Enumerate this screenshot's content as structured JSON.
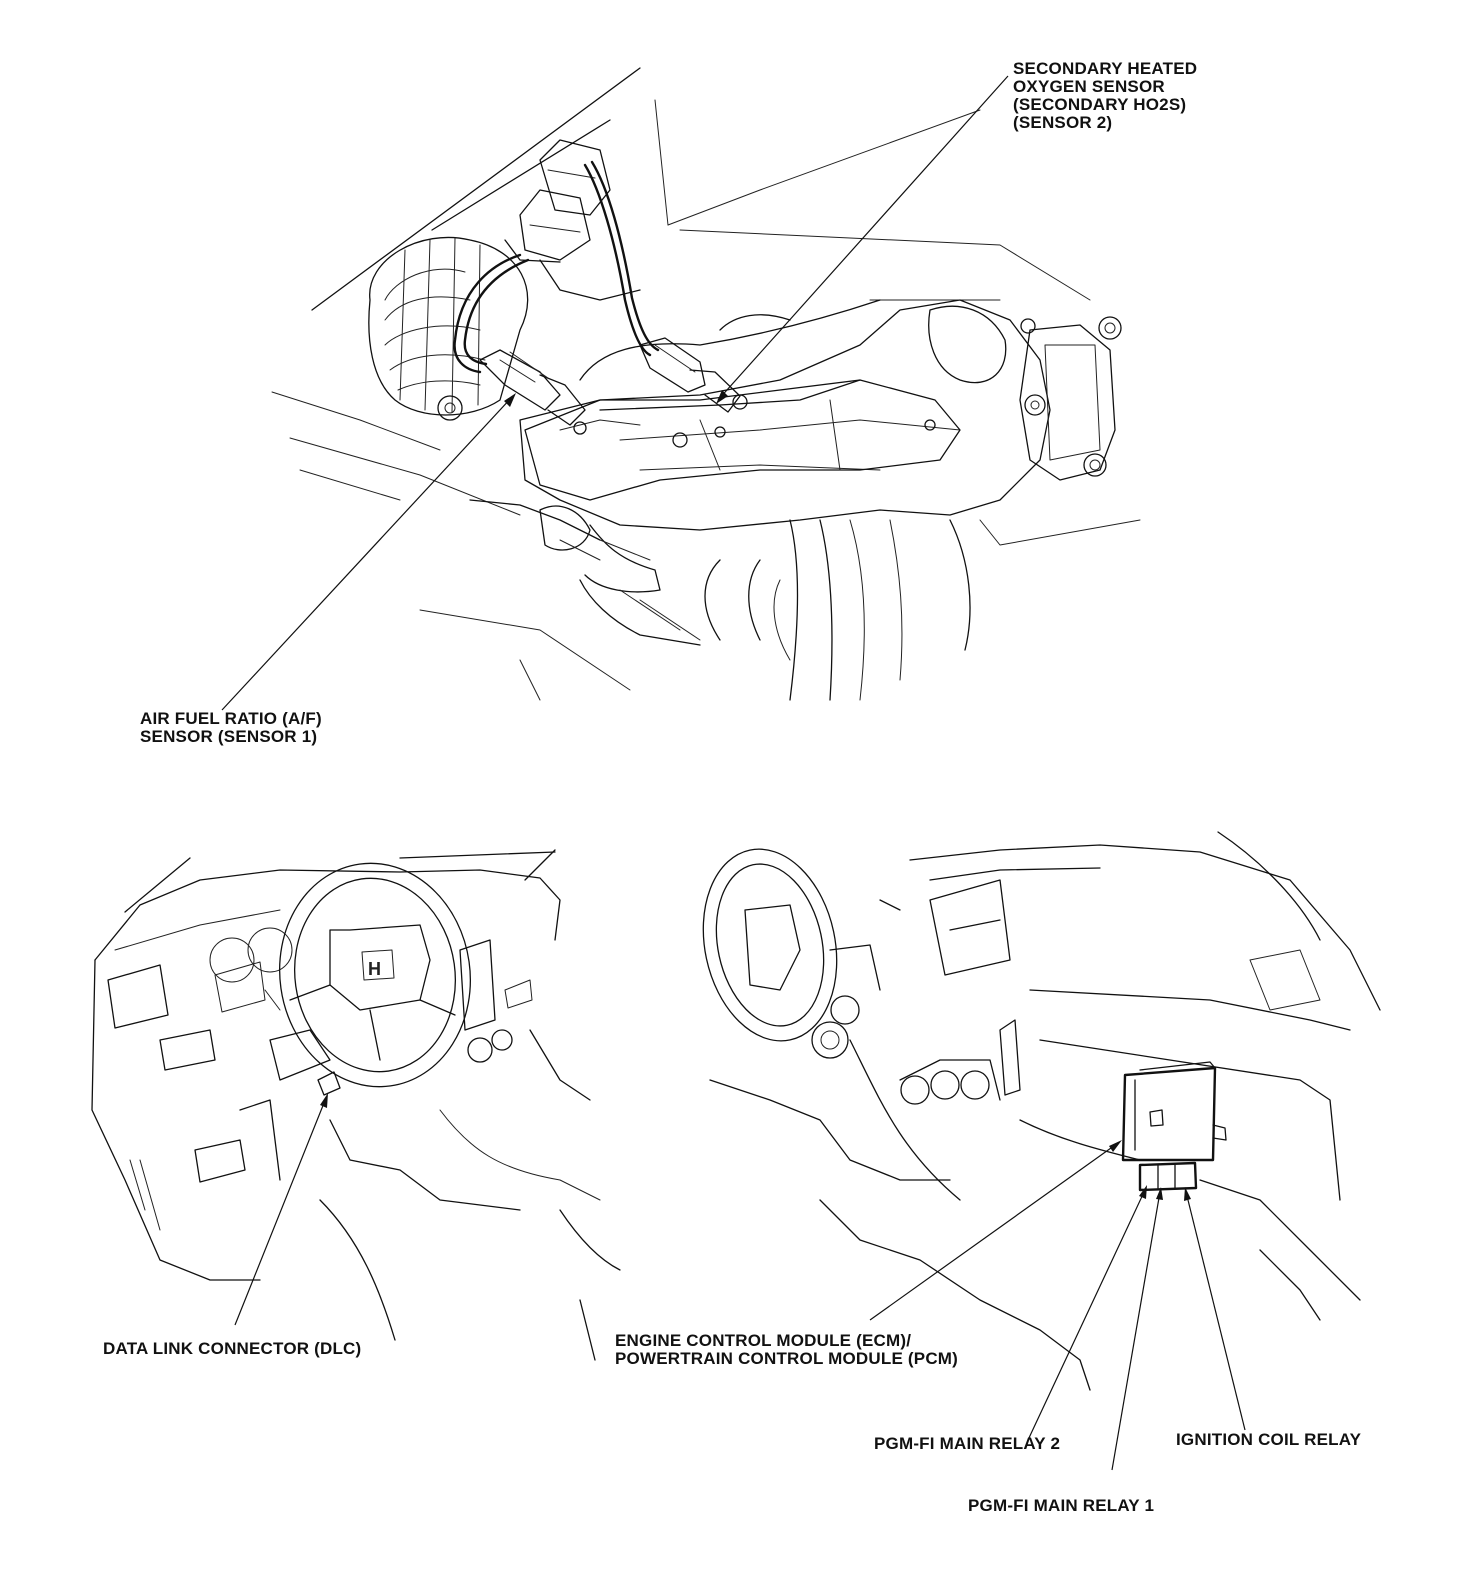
{
  "labels": {
    "secondary_ho2s": [
      "SECONDARY HEATED",
      "OXYGEN SENSOR",
      "(SECONDARY HO2S)",
      "(SENSOR 2)"
    ],
    "af_sensor": [
      "AIR FUEL RATIO (A/F)",
      "SENSOR (SENSOR 1)"
    ],
    "dlc": "DATA LINK CONNECTOR (DLC)",
    "ecm_pcm": [
      "ENGINE CONTROL MODULE (ECM)/",
      "POWERTRAIN CONTROL MODULE (PCM)"
    ],
    "pgm_relay_2": "PGM-FI MAIN RELAY 2",
    "ignition_coil_relay": "IGNITION COIL RELAY",
    "pgm_relay_1": "PGM-FI MAIN RELAY 1"
  }
}
